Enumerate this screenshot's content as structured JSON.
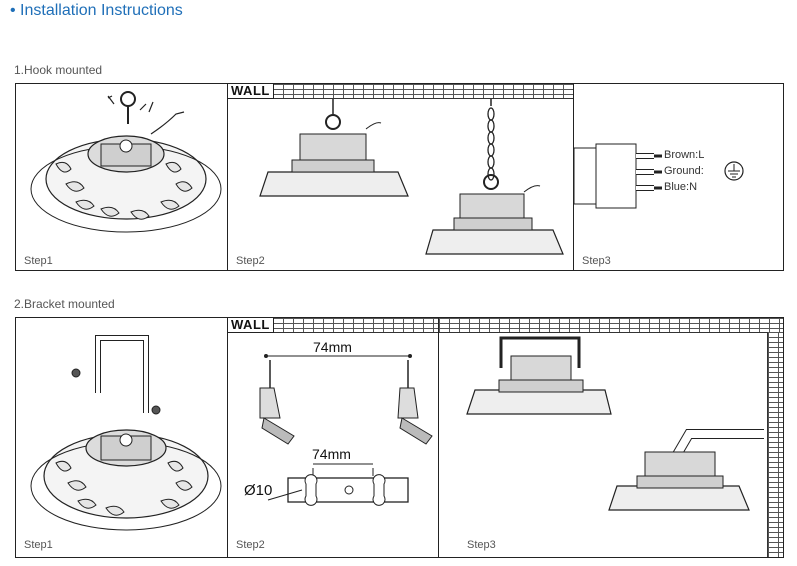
{
  "header": {
    "title": "• Installation Instructions"
  },
  "sections": {
    "hook": {
      "label": "1.Hook mounted"
    },
    "bracket": {
      "label": "2.Bracket mounted"
    }
  },
  "steps": {
    "s1": "Step1",
    "s2": "Step2",
    "s3": "Step3"
  },
  "wall_label": "WALL",
  "wiring": {
    "brown": "Brown:L",
    "ground": "Ground:",
    "blue": "Blue:N"
  },
  "dimensions": {
    "top": "74mm",
    "bottom": "74mm",
    "hole": "Ø10"
  },
  "colors": {
    "title": "#1f6fb8",
    "line": "#222222",
    "brick": "#555555"
  },
  "icons": [
    "ground-symbol-icon",
    "eye-bolt-icon",
    "mounting-bracket-icon",
    "highbay-light-icon"
  ]
}
